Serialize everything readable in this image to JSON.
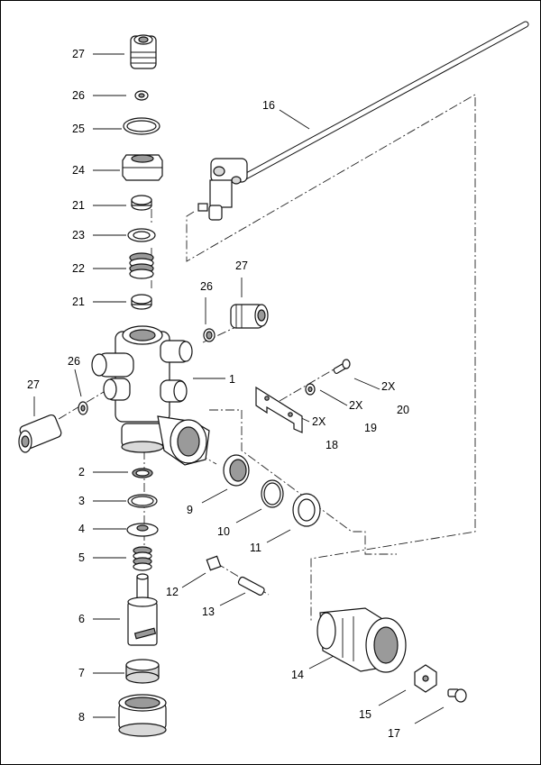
{
  "callouts": {
    "c27a": "27",
    "c26a": "26",
    "c25": "25",
    "c24": "24",
    "c21a": "21",
    "c23": "23",
    "c22": "22",
    "c21b": "21",
    "c16": "16",
    "c27b": "27",
    "c26b": "26",
    "c1": "1",
    "c27c": "27",
    "c26c": "26",
    "c20q": "2X",
    "c20": "20",
    "c19q": "2X",
    "c19": "19",
    "c18q": "2X",
    "c18": "18",
    "c2": "2",
    "c3": "3",
    "c9": "9",
    "c4": "4",
    "c10": "10",
    "c5": "5",
    "c11": "11",
    "c12": "12",
    "c13": "13",
    "c6": "6",
    "c7": "7",
    "c14": "14",
    "c15": "15",
    "c8": "8",
    "c17": "17"
  }
}
